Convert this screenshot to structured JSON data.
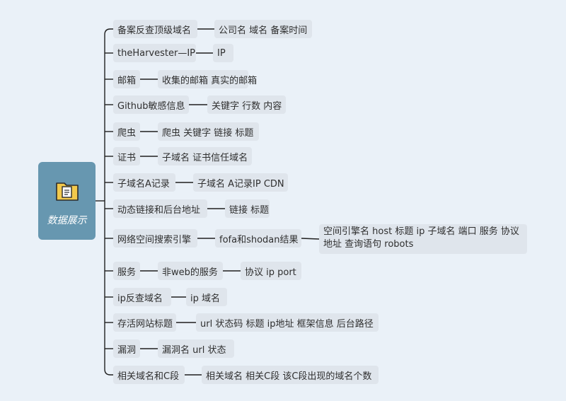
{
  "root": {
    "label": "数据展示",
    "icon": "document-folder-icon"
  },
  "branches": [
    {
      "label": "备案反查顶级域名",
      "children": [
        {
          "label": "公司名 域名 备案时间"
        }
      ]
    },
    {
      "label": "theHarvester—IP",
      "children": [
        {
          "label": "IP"
        }
      ]
    },
    {
      "label": "邮箱",
      "children": [
        {
          "label": "收集的邮箱 真实的邮箱"
        }
      ]
    },
    {
      "label": "Github敏感信息",
      "children": [
        {
          "label": "关键字 行数 内容"
        }
      ]
    },
    {
      "label": "爬虫",
      "children": [
        {
          "label": "爬虫 关键字 链接 标题"
        }
      ]
    },
    {
      "label": "证书",
      "children": [
        {
          "label": "子域名 证书信任域名"
        }
      ]
    },
    {
      "label": "子域名A记录",
      "children": [
        {
          "label": "子域名 A记录IP CDN"
        }
      ]
    },
    {
      "label": "动态链接和后台地址",
      "children": [
        {
          "label": "链接 标题"
        }
      ]
    },
    {
      "label": "网络空间搜索引擎",
      "children": [
        {
          "label": "fofa和shodan结果",
          "children": [
            {
              "label": "空间引擎名 host 标题 ip 子域名 端口 服务 协议 地址 查询语句 robots"
            }
          ]
        }
      ]
    },
    {
      "label": "服务",
      "children": [
        {
          "label": "非web的服务",
          "children": [
            {
              "label": "协议 ip port"
            }
          ]
        }
      ]
    },
    {
      "label": "ip反查域名",
      "children": [
        {
          "label": "ip 域名"
        }
      ]
    },
    {
      "label": "存活网站标题",
      "children": [
        {
          "label": "url 状态码 标题 ip地址 框架信息 后台路径"
        }
      ]
    },
    {
      "label": "漏洞",
      "children": [
        {
          "label": "漏洞名 url 状态"
        }
      ]
    },
    {
      "label": "相关域名和C段",
      "children": [
        {
          "label": "相关域名 相关C段 该C段出现的域名个数"
        }
      ]
    }
  ]
}
